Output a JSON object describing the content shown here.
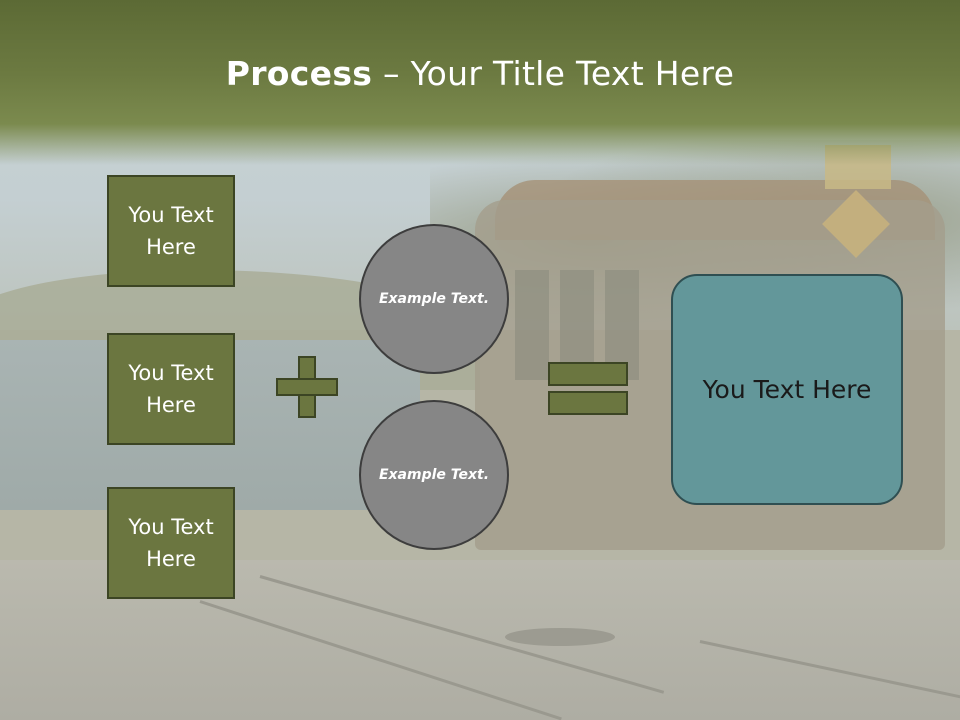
{
  "slide": {
    "title_bold": "Process",
    "title_rest": " – Your Title Text Here"
  },
  "left_boxes": [
    {
      "text": "You Text Here"
    },
    {
      "text": "You Text Here"
    },
    {
      "text": "You Text Here"
    }
  ],
  "circles": [
    {
      "text": "Example Text."
    },
    {
      "text": "Example Text."
    }
  ],
  "result_box": {
    "text": "You Text Here"
  },
  "colors": {
    "box_fill": "#6b7640",
    "box_border": "#3c4524",
    "circle_fill": "#868686",
    "result_fill": "#63979a",
    "header": "#5c6a35"
  }
}
